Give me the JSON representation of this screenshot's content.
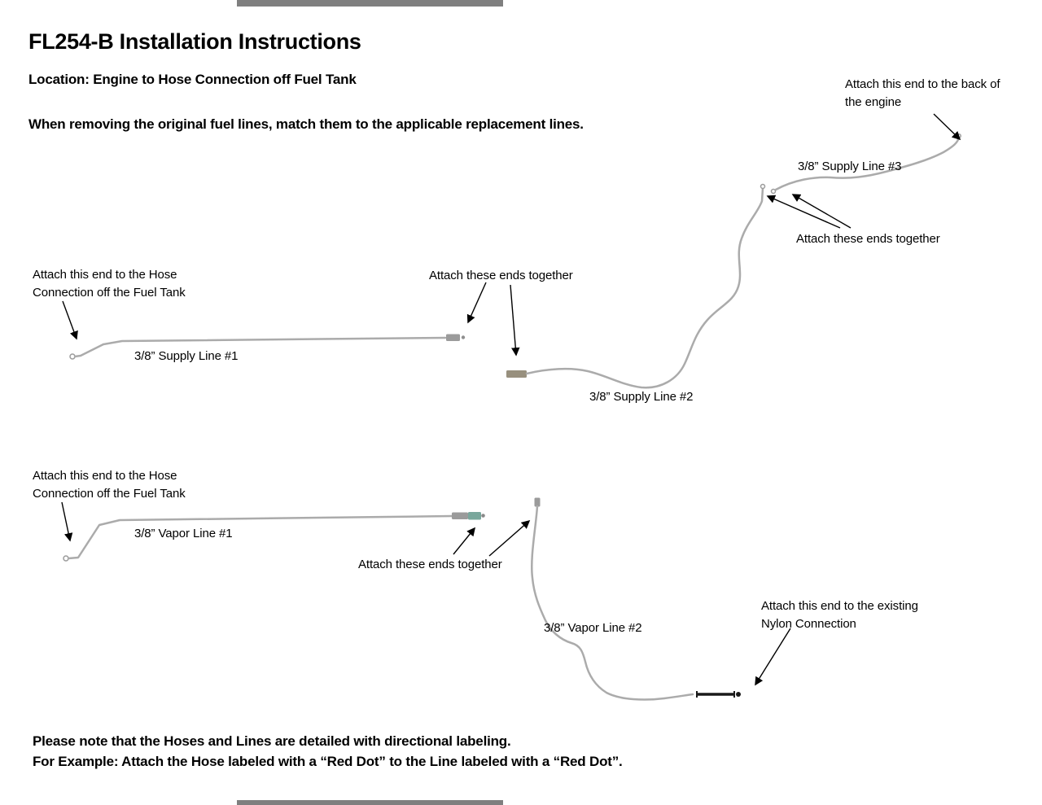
{
  "header": {
    "title": "FL254-B Installation Instructions",
    "location": "Location: Engine to Hose Connection off Fuel Tank",
    "instruction": "When removing the original fuel lines, match them to the applicable replacement lines."
  },
  "supply_section": {
    "line1_label": "3/8” Supply Line #1",
    "line2_label": "3/8” Supply Line #2",
    "line3_label": "3/8” Supply Line #3",
    "engine_note": "Attach this end to the back of\nthe engine",
    "tank_note": "Attach this end to the Hose\nConnection off the Fuel Tank",
    "join_note_mid": "Attach these ends together",
    "join_note_right": "Attach these ends together"
  },
  "vapor_section": {
    "line1_label": "3/8” Vapor Line #1",
    "line2_label": "3/8” Vapor Line #2",
    "tank_note": "Attach this end to the Hose\nConnection off the Fuel Tank",
    "join_note": "Attach these ends together",
    "nylon_note": "Attach this end to the existing\nNylon Connection"
  },
  "footer": {
    "note1": "Please note that the Hoses and Lines are detailed with directional labeling.",
    "note2": "For Example: Attach the Hose labeled with a “Red Dot” to the Line labeled with a “Red Dot”."
  }
}
